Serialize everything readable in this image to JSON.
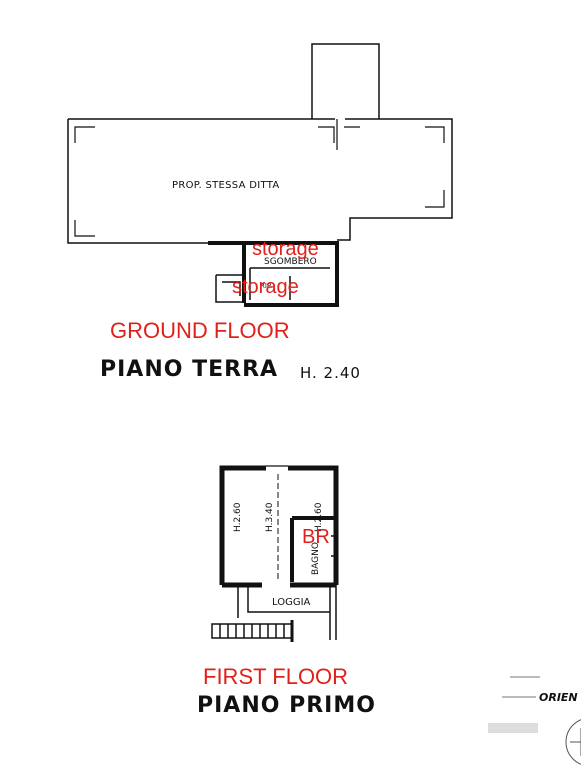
{
  "ground_floor": {
    "label_en": "GROUND FLOOR",
    "label_it": "PIANO TERRA",
    "height": "H. 2.40",
    "main_room_label": "PROP. STESSA DITTA",
    "storage_room_label": "SGOMBERO",
    "storage_room_en": "storage",
    "closet_label": "RIP.",
    "closet_en": "storage"
  },
  "first_floor": {
    "label_en": "FIRST FLOOR",
    "label_it": "PIANO PRIMO",
    "height_left": "H.2.60",
    "height_center": "H.3.40",
    "height_right": "H.2.60",
    "bathroom_label": "BAGNO",
    "bathroom_en": "BR",
    "loggia_label": "LOGGIA"
  },
  "orientation": {
    "label": "ORIEN"
  },
  "colors": {
    "annotation": "#e0211b",
    "linework": "#111111"
  }
}
